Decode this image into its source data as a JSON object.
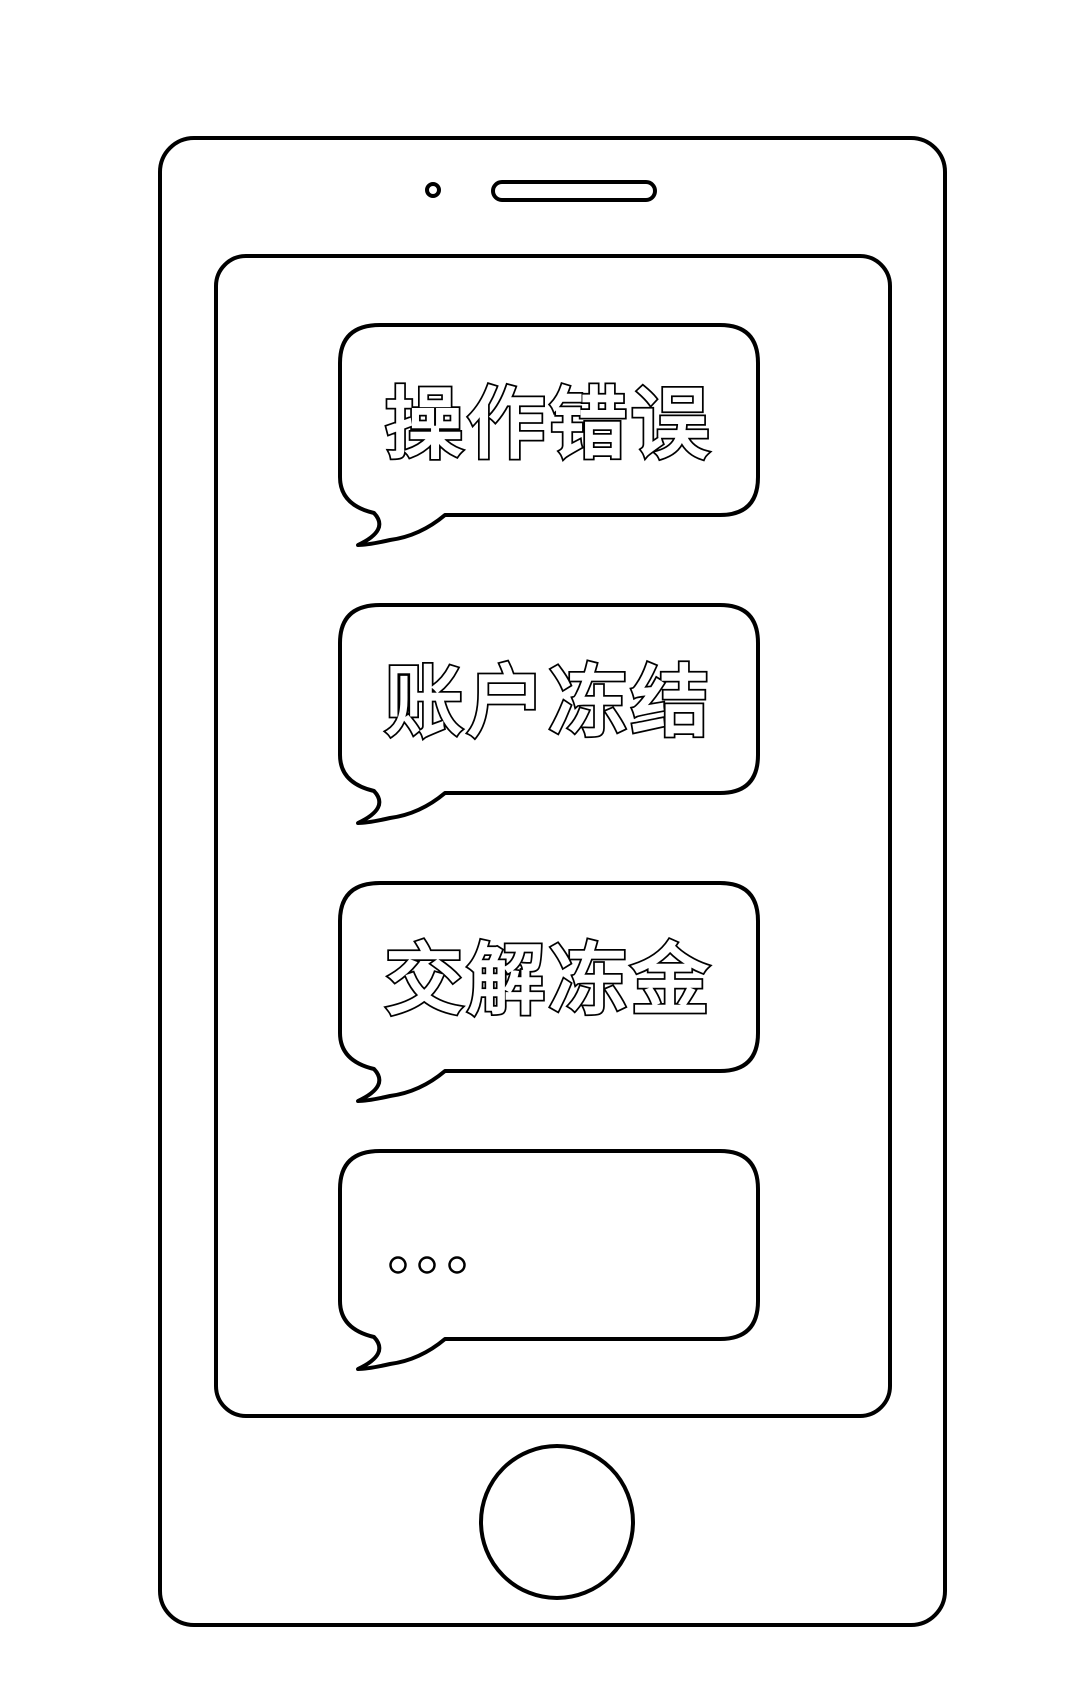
{
  "colors": {
    "line": "#000000",
    "background": "#ffffff"
  },
  "messages": [
    {
      "text": "操作错误"
    },
    {
      "text": "账户冻结"
    },
    {
      "text": "交解冻金"
    },
    {
      "text": ""
    }
  ],
  "last_message_indicator": "typing-dots-icon"
}
